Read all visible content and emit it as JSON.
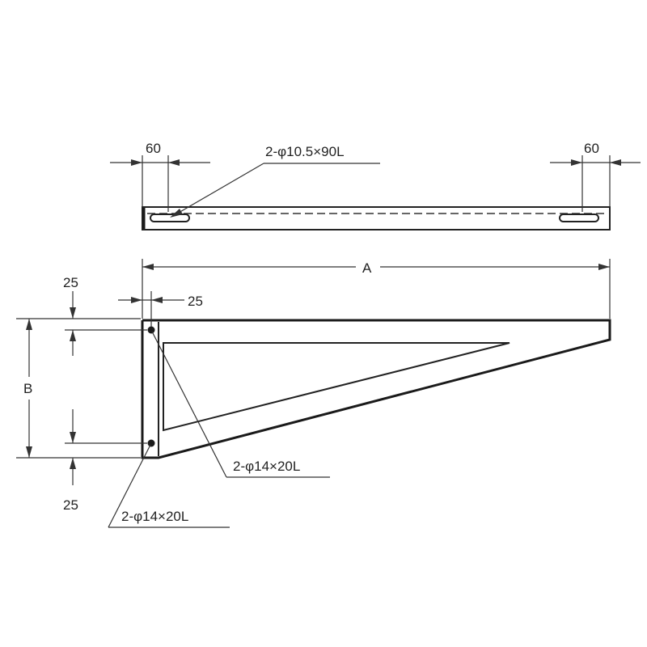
{
  "top_view": {
    "dim_left": "60",
    "dim_right": "60",
    "slot_callout": "2-φ10.5×90L"
  },
  "side_view": {
    "dim_length": "A",
    "dim_height": "B",
    "dim_top_offset": "25",
    "dim_left_offset": "25",
    "dim_bottom_offset": "25",
    "hole_callout_right": "2-φ14×20L",
    "hole_callout_left": "2-φ14×20L"
  },
  "colors": {
    "line": "#222222",
    "background": "#ffffff"
  }
}
